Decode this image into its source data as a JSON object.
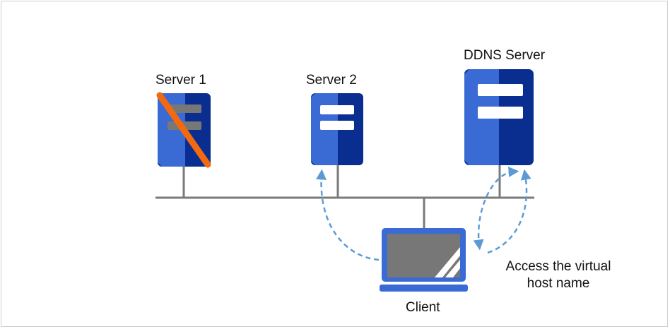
{
  "labels": {
    "server1": "Server 1",
    "server2": "Server 2",
    "ddns": "DDNS Server",
    "client": "Client",
    "access_line1": "Access the virtual",
    "access_line2": "host name"
  },
  "colors": {
    "server_dark": "#0a2e8f",
    "server_light": "#3a6ad3",
    "slot": "#ffffff",
    "slot_failed": "#777777",
    "failure_stripe": "#f26a10",
    "line": "#7a7a7a",
    "arrow": "#5b9bd5",
    "screen": "#777777"
  },
  "state": {
    "server1": "failed"
  }
}
